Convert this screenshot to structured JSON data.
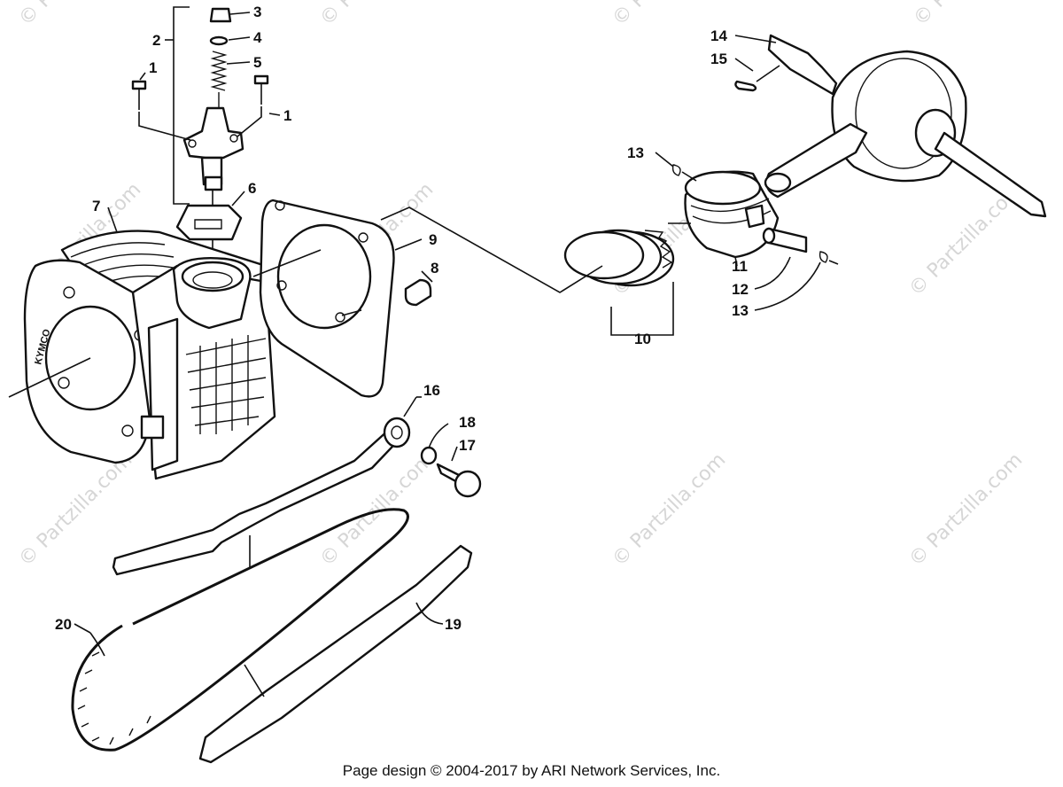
{
  "diagram": {
    "brand_label": "KYMCO",
    "callouts": [
      {
        "id": "c1a",
        "text": "1"
      },
      {
        "id": "c1b",
        "text": "1"
      },
      {
        "id": "c2",
        "text": "2"
      },
      {
        "id": "c3",
        "text": "3"
      },
      {
        "id": "c4",
        "text": "4"
      },
      {
        "id": "c5",
        "text": "5"
      },
      {
        "id": "c6",
        "text": "6"
      },
      {
        "id": "c7",
        "text": "7"
      },
      {
        "id": "c8",
        "text": "8"
      },
      {
        "id": "c9",
        "text": "9"
      },
      {
        "id": "c10",
        "text": "10"
      },
      {
        "id": "c11",
        "text": "11"
      },
      {
        "id": "c12",
        "text": "12"
      },
      {
        "id": "c13a",
        "text": "13"
      },
      {
        "id": "c13b",
        "text": "13"
      },
      {
        "id": "c14",
        "text": "14"
      },
      {
        "id": "c15",
        "text": "15"
      },
      {
        "id": "c16",
        "text": "16"
      },
      {
        "id": "c17",
        "text": "17"
      },
      {
        "id": "c18",
        "text": "18"
      },
      {
        "id": "c19",
        "text": "19"
      },
      {
        "id": "c20",
        "text": "20"
      }
    ]
  },
  "watermark": "© Partzilla.com",
  "footer": {
    "credit": "Page design © 2004-2017 by ARI Network Services, Inc."
  },
  "colors": {
    "line": "#111111",
    "watermark": "#d6d6d6",
    "background": "#ffffff"
  }
}
